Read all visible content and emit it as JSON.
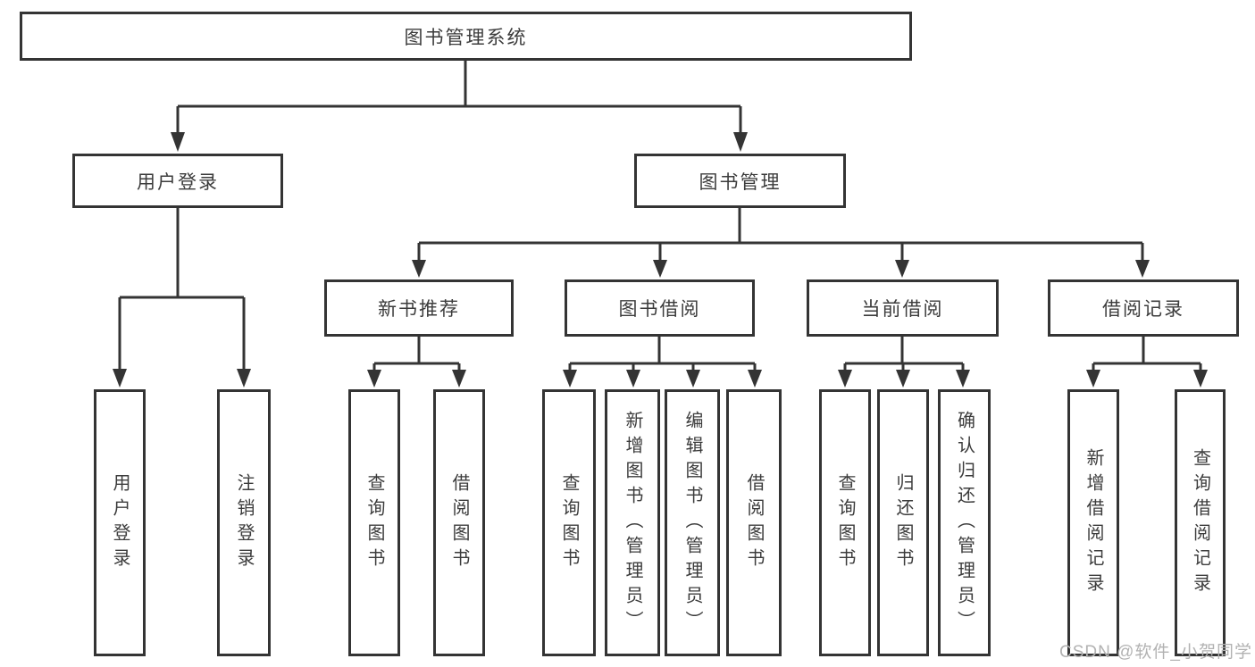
{
  "diagram_title": "图书管理系统",
  "tree": {
    "root": {
      "label": "图书管理系统"
    },
    "branches": [
      {
        "label": "用户登录",
        "children": [
          {
            "label": "用户登录"
          },
          {
            "label": "注销登录"
          }
        ]
      },
      {
        "label": "图书管理",
        "children": [
          {
            "label": "新书推荐",
            "children": [
              {
                "label": "查询图书"
              },
              {
                "label": "借阅图书"
              }
            ]
          },
          {
            "label": "图书借阅",
            "children": [
              {
                "label": "查询图书"
              },
              {
                "label": "新增图书（管理员）"
              },
              {
                "label": "编辑图书（管理员）"
              },
              {
                "label": "借阅图书"
              }
            ]
          },
          {
            "label": "当前借阅",
            "children": [
              {
                "label": "查询图书"
              },
              {
                "label": "归还图书"
              },
              {
                "label": "确认归还（管理员）"
              }
            ]
          },
          {
            "label": "借阅记录",
            "children": [
              {
                "label": "新增借阅记录"
              },
              {
                "label": "查询借阅记录"
              }
            ]
          }
        ]
      }
    ]
  },
  "watermark": "CSDN @软件_小贺同学",
  "colors": {
    "line": "#343434",
    "text": "#3c3c3c",
    "background": "#ffffff",
    "watermark": "#b2b2b2"
  }
}
